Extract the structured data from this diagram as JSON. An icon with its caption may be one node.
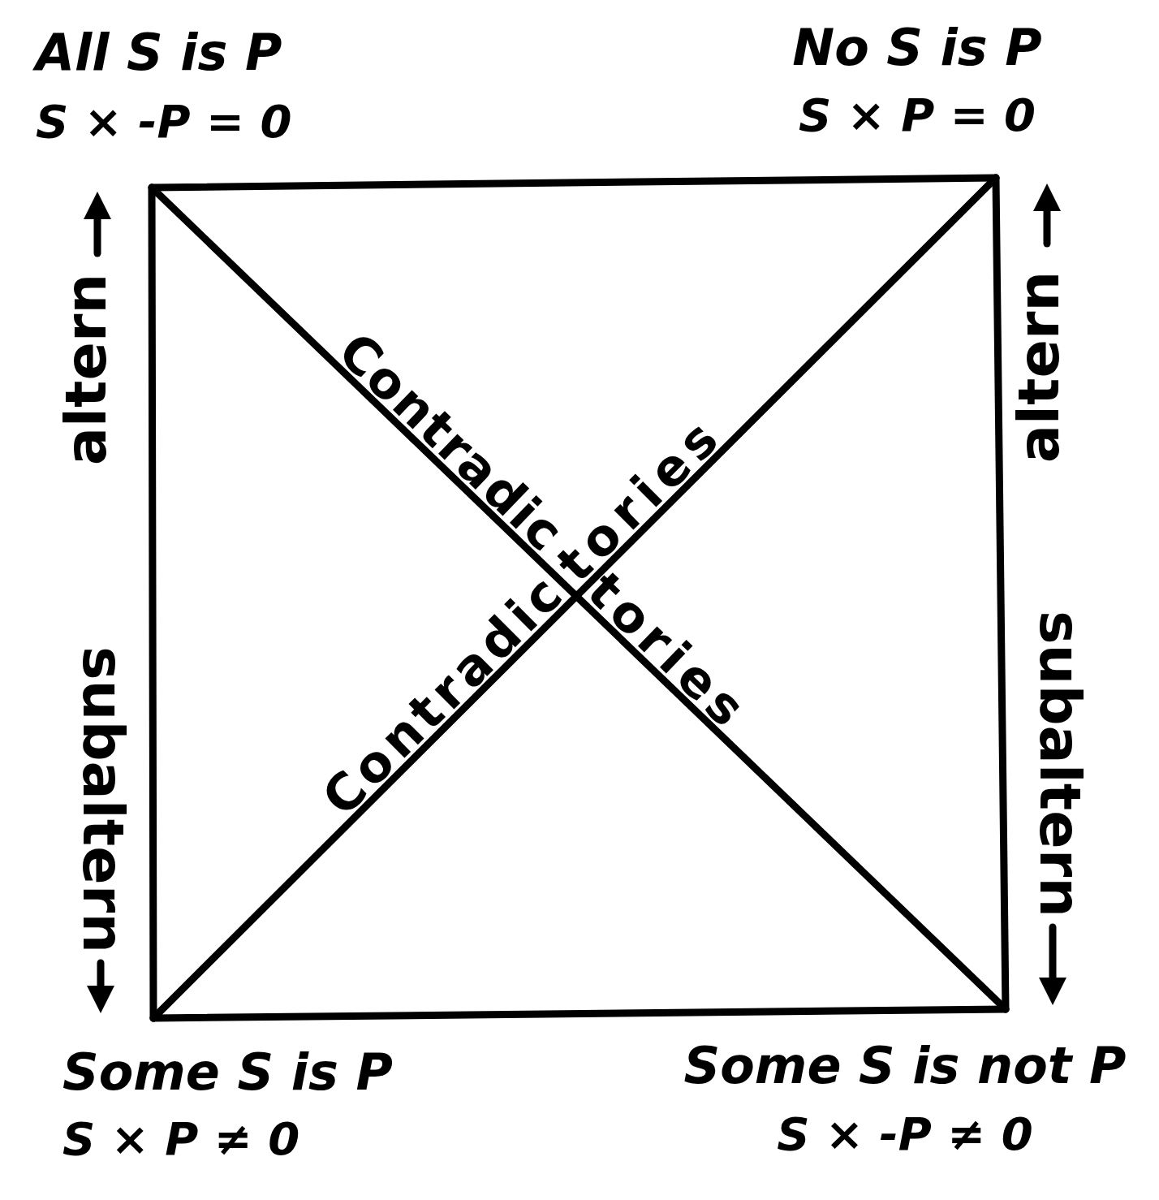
{
  "diagram": {
    "nodes": [
      {
        "text": [
          "All S is P",
          "S × -P = 0"
        ]
      },
      {
        "text": [
          "No S is P",
          "S × P = 0"
        ]
      },
      {
        "text": [
          "Some S is P",
          "S × P ≠ 0"
        ]
      },
      {
        "text": [
          "Some S is not P",
          "S × -P ≠ 0"
        ]
      }
    ],
    "edges": [
      {
        "from": 0,
        "to": 1,
        "arrow": "none"
      },
      {
        "from": 0,
        "to": 2,
        "arrow": "none"
      },
      {
        "from": 1,
        "to": 3,
        "arrow": "none"
      },
      {
        "from": 2,
        "to": 3,
        "arrow": "none"
      },
      {
        "from": 0,
        "to": 3,
        "arrow": "none",
        "label": "Contradictories"
      },
      {
        "from": 2,
        "to": 1,
        "arrow": "none",
        "label": "Contradictories"
      }
    ],
    "labels": [
      "altern",
      "altern",
      "subaltern",
      "subaltern"
    ]
  }
}
